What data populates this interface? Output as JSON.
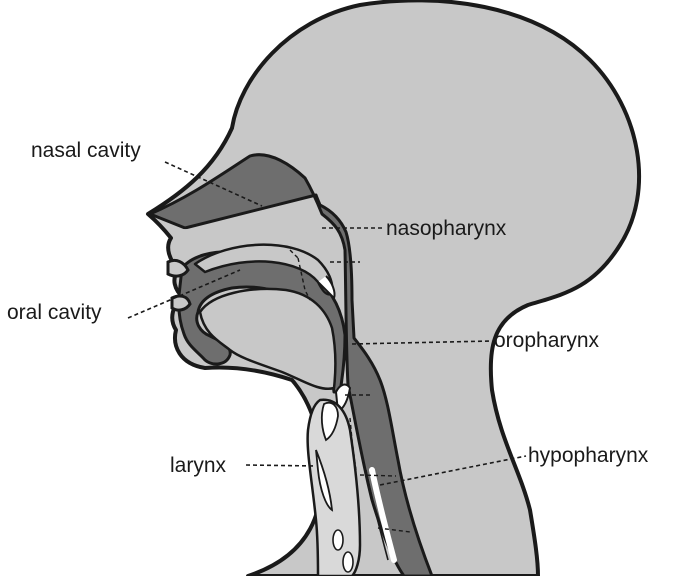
{
  "labels": {
    "nasal_cavity": "nasal cavity",
    "nasopharynx": "nasopharynx",
    "oral_cavity": "oral cavity",
    "oropharynx": "oropharynx",
    "larynx": "larynx",
    "hypopharynx": "hypopharynx"
  },
  "colors": {
    "head_fill": "#c8c8c8",
    "airway_fill": "#6e6e6e",
    "outline": "#1a1a1a",
    "highlight": "#ffffff",
    "background": "#ffffff"
  }
}
